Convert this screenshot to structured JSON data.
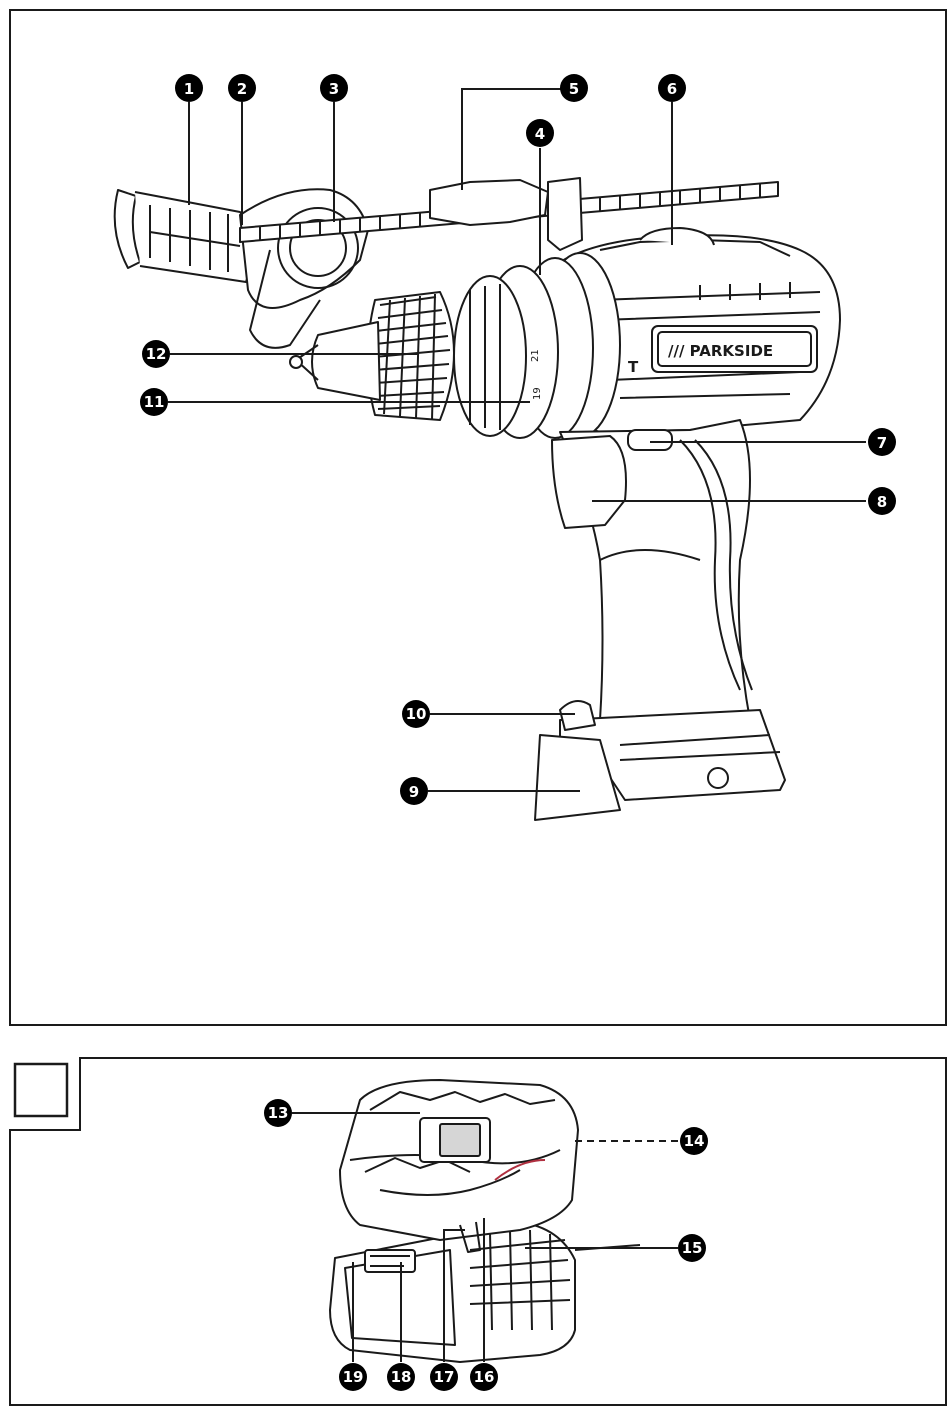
{
  "figure_a": {
    "brand_label": "/// PARKSIDE",
    "speed_marks": [
      "21",
      "19"
    ],
    "callouts": [
      "1",
      "2",
      "3",
      "4",
      "5",
      "6",
      "7",
      "8",
      "9",
      "10",
      "11",
      "12"
    ]
  },
  "figure_b": {
    "callouts": [
      "13",
      "14",
      "15",
      "16",
      "17",
      "18",
      "19"
    ]
  },
  "colors": {
    "line": "#1a1a1a",
    "callout_fill": "#000000",
    "callout_text": "#ffffff"
  }
}
